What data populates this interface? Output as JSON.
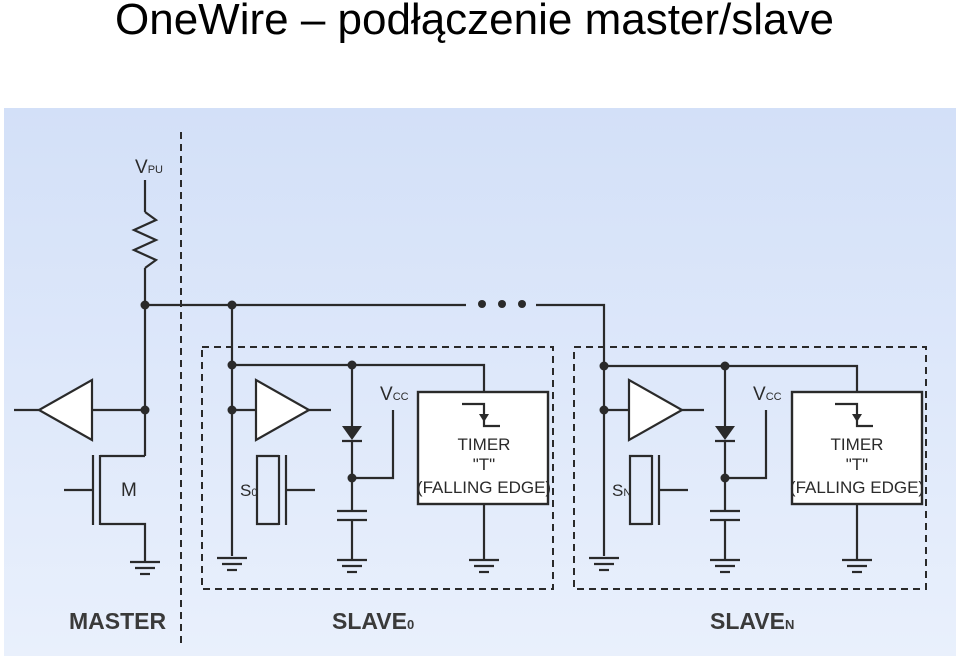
{
  "title": "OneWire – podłączenie master/slave",
  "colors": {
    "panel_background_top": "#d3e0f8",
    "panel_background_bottom": "#e9f0fc",
    "wire": "#2a2a2a"
  },
  "labels": {
    "vpu": "V",
    "vpu_sub": "PU",
    "master_transistor": "M",
    "slave0_transistor": "S",
    "slave0_transistor_sub": "0",
    "slaven_transistor": "S",
    "slaven_transistor_sub": "N",
    "vcc": "V",
    "vcc_sub": "CC",
    "timer_line1": "TIMER",
    "timer_line2": "\"T\"",
    "timer_line3": "(FALLING EDGE)",
    "master_section": "MASTER",
    "slave0_section": "SLAVE",
    "slave0_section_sub": "0",
    "slaven_section": "SLAVE",
    "slaven_section_sub": "N"
  }
}
